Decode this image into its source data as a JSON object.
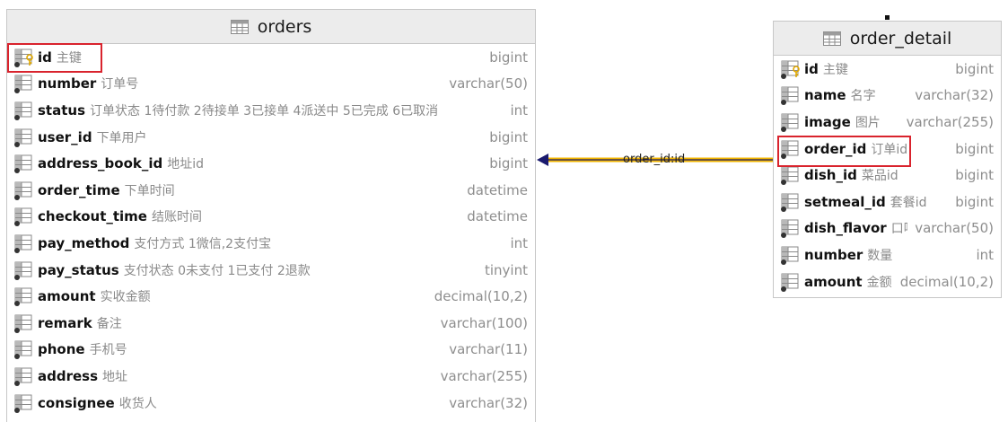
{
  "orders": {
    "title": "orders",
    "columns": [
      {
        "name": "id",
        "comment": "主键",
        "type": "bigint",
        "pk": true
      },
      {
        "name": "number",
        "comment": "订单号",
        "type": "varchar(50)"
      },
      {
        "name": "status",
        "comment": "订单状态 1待付款 2待接单 3已接单 4派送中 5已完成 6已取消",
        "type": "int"
      },
      {
        "name": "user_id",
        "comment": "下单用户",
        "type": "bigint"
      },
      {
        "name": "address_book_id",
        "comment": "地址id",
        "type": "bigint"
      },
      {
        "name": "order_time",
        "comment": "下单时间",
        "type": "datetime"
      },
      {
        "name": "checkout_time",
        "comment": "结账时间",
        "type": "datetime"
      },
      {
        "name": "pay_method",
        "comment": "支付方式 1微信,2支付宝",
        "type": "int"
      },
      {
        "name": "pay_status",
        "comment": "支付状态 0未支付 1已支付 2退款",
        "type": "tinyint"
      },
      {
        "name": "amount",
        "comment": "实收金额",
        "type": "decimal(10,2)"
      },
      {
        "name": "remark",
        "comment": "备注",
        "type": "varchar(100)"
      },
      {
        "name": "phone",
        "comment": "手机号",
        "type": "varchar(11)"
      },
      {
        "name": "address",
        "comment": "地址",
        "type": "varchar(255)"
      },
      {
        "name": "consignee",
        "comment": "收货人",
        "type": "varchar(32)"
      }
    ]
  },
  "order_detail": {
    "title": "order_detail",
    "columns": [
      {
        "name": "id",
        "comment": "主键",
        "type": "bigint",
        "pk": true
      },
      {
        "name": "name",
        "comment": "名字",
        "type": "varchar(32)"
      },
      {
        "name": "image",
        "comment": "图片",
        "type": "varchar(255)"
      },
      {
        "name": "order_id",
        "comment": "订单id",
        "type": "bigint"
      },
      {
        "name": "dish_id",
        "comment": "菜品id",
        "type": "bigint"
      },
      {
        "name": "setmeal_id",
        "comment": "套餐id",
        "type": "bigint"
      },
      {
        "name": "dish_flavor",
        "comment": "口味",
        "type": "varchar(50)"
      },
      {
        "name": "number",
        "comment": "数量",
        "type": "int"
      },
      {
        "name": "amount",
        "comment": "金额",
        "type": "decimal(10,2)"
      }
    ]
  },
  "relation": {
    "label": "order_id:id",
    "from": "order_detail.order_id",
    "to": "orders.id"
  },
  "colors": {
    "highlight": "#d9232d",
    "relation_line": "#f0b400",
    "relation_arrow": "#1a1a6e",
    "header_bg": "#ececec"
  }
}
